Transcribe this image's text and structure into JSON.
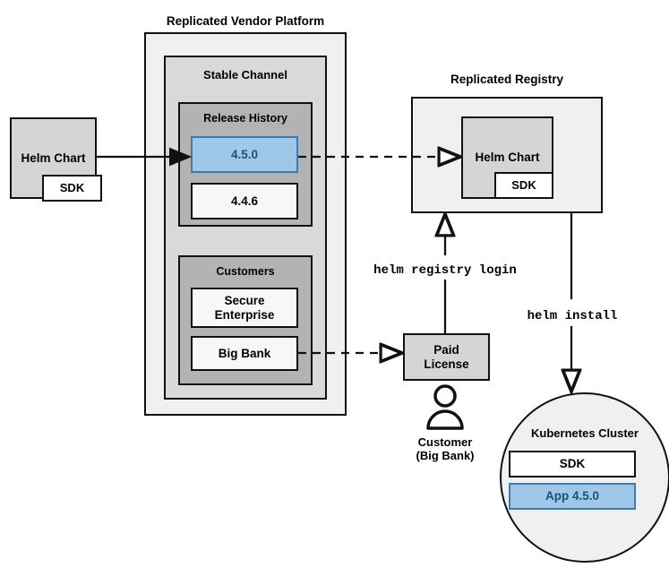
{
  "diagram": {
    "title_vendor_platform": "Replicated Vendor Platform",
    "title_registry": "Replicated Registry",
    "stable_channel": "Stable Channel",
    "release_history": "Release History",
    "customers": "Customers",
    "release_versions": [
      {
        "label": "4.5.0",
        "highlighted": true
      },
      {
        "label": "4.4.6",
        "highlighted": false
      }
    ],
    "customer_entries": [
      {
        "label": "Secure\nEnterprise"
      },
      {
        "label": "Big Bank"
      }
    ],
    "source_chart": {
      "label": "Helm Chart",
      "sdk_label": "SDK"
    },
    "registry_chart": {
      "label": "Helm Chart",
      "sdk_label": "SDK"
    },
    "paid_license": "Paid\nLicense",
    "customer_person": "Customer\n(Big Bank)",
    "commands": {
      "registry_login": "helm registry login",
      "install": "helm install"
    },
    "cluster": {
      "title": "Kubernetes Cluster",
      "sdk_label": "SDK",
      "app_label": "App 4.5.0"
    },
    "colors": {
      "highlight_fill": "#9ec7e8",
      "highlight_border": "#3d7cb0",
      "highlight_text": "#1f4e79",
      "outline": "#111111",
      "outer_fill": "#f0f0f0",
      "mid_fill": "#d9d9d9",
      "inner_fill": "#b3b3b3",
      "chart_fill": "#d5d5d5",
      "white_fill": "#f7f7f7"
    }
  }
}
